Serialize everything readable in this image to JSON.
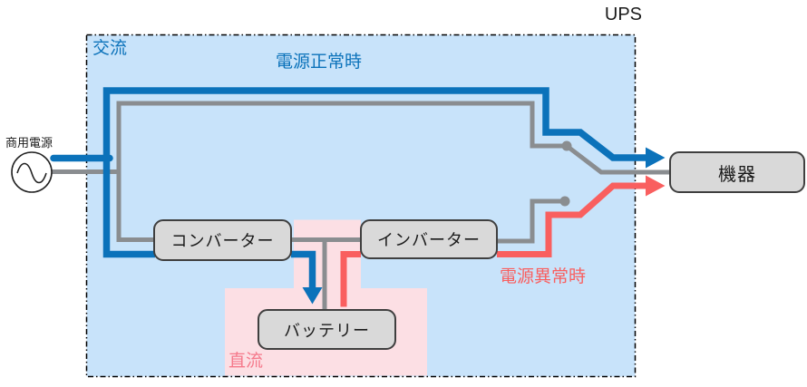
{
  "diagram": {
    "title": "UPS",
    "source": {
      "label": "商用電源"
    },
    "regions": {
      "ac": {
        "label": "交流"
      },
      "dc": {
        "label": "直流"
      }
    },
    "flows": {
      "normal": {
        "label": "電源正常時"
      },
      "abnormal": {
        "label": "電源異常時"
      }
    },
    "nodes": {
      "converter": {
        "label": "コンバーター"
      },
      "inverter": {
        "label": "インバーター"
      },
      "battery": {
        "label": "バッテリー"
      },
      "device": {
        "label": "機器"
      }
    },
    "colors": {
      "normal_blue": "#0b72ba",
      "abnormal_red": "#f95f5f",
      "inactive_gray": "#8a8d90",
      "ac_region_bg": "#c8e3fa",
      "dc_region_bg": "#fcdfe4",
      "dc_label_pink": "#f5798b",
      "node_fill": "#d9d9d9",
      "node_border": "#3f3f3f",
      "ink": "#1a1a1a"
    }
  }
}
